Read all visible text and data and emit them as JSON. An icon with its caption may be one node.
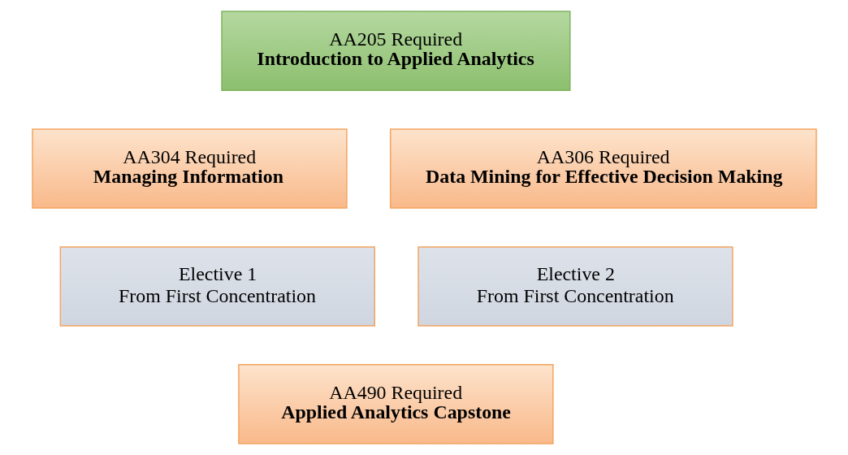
{
  "diagram": {
    "nodes": [
      {
        "text": [
          "AA205 Required",
          "Introduction to Applied Analytics"
        ]
      },
      {
        "text": [
          "AA304 Required",
          "Managing Information"
        ]
      },
      {
        "text": [
          "AA306 Required",
          "Data Mining for Effective Decision Making"
        ]
      },
      {
        "text": [
          "Elective 1",
          "From First Concentration"
        ]
      },
      {
        "text": [
          "Elective 2",
          "From First Concentration"
        ]
      },
      {
        "text": [
          "AA490 Required",
          "Applied Analytics Capstone"
        ]
      }
    ],
    "edges": []
  }
}
